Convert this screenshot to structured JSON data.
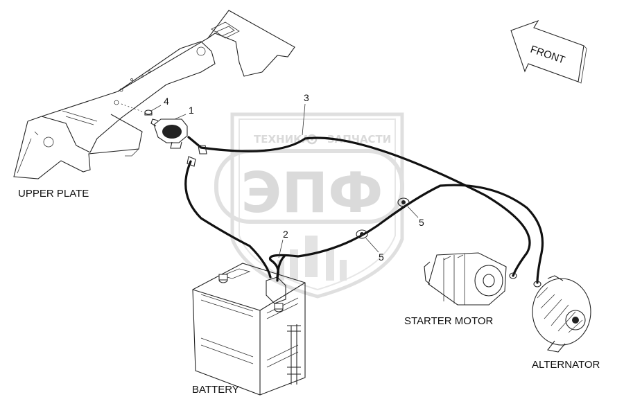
{
  "labels": {
    "upper_plate": "UPPER PLATE",
    "battery": "BATTERY",
    "starter_motor": "STARTER MOTOR",
    "alternator": "ALTERNATOR",
    "front": "FRONT"
  },
  "callouts": {
    "c1": "1",
    "c2": "2",
    "c3": "3",
    "c4": "4",
    "c5a": "5",
    "c5b": "5"
  },
  "watermark": {
    "top": "ТЕХНИКА",
    "top_right": "ЗАПЧАСТИ",
    "main": "ЭПФ"
  }
}
